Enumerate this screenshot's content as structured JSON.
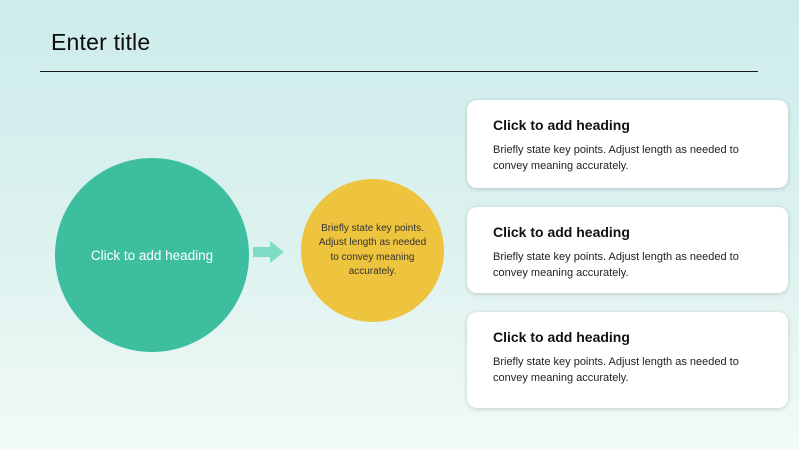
{
  "slide": {
    "title": "Enter title"
  },
  "diagram": {
    "main_circle": {
      "label": "Click to add heading"
    },
    "detail_circle": {
      "text": "Briefly state key points. Adjust length as needed to convey meaning accurately."
    },
    "cards": [
      {
        "heading": "Click to add heading",
        "body": "Briefly state key points. Adjust length as needed to convey meaning accurately."
      },
      {
        "heading": "Click to add heading",
        "body": "Briefly state key points. Adjust length as needed to convey meaning accurately."
      },
      {
        "heading": "Click to add heading",
        "body": "Briefly state key points. Adjust length as needed to convey meaning accurately."
      }
    ]
  },
  "colors": {
    "background_top": "#cdecec",
    "background_bottom": "#f2faf7",
    "teal_circle": "#3dbf9f",
    "yellow_circle": "#eec33d",
    "arrow": "#7edcc5",
    "title_text": "#0c0c0c",
    "card_background": "#ffffff"
  },
  "icons": {
    "arrow_right": "arrow-right-icon"
  }
}
